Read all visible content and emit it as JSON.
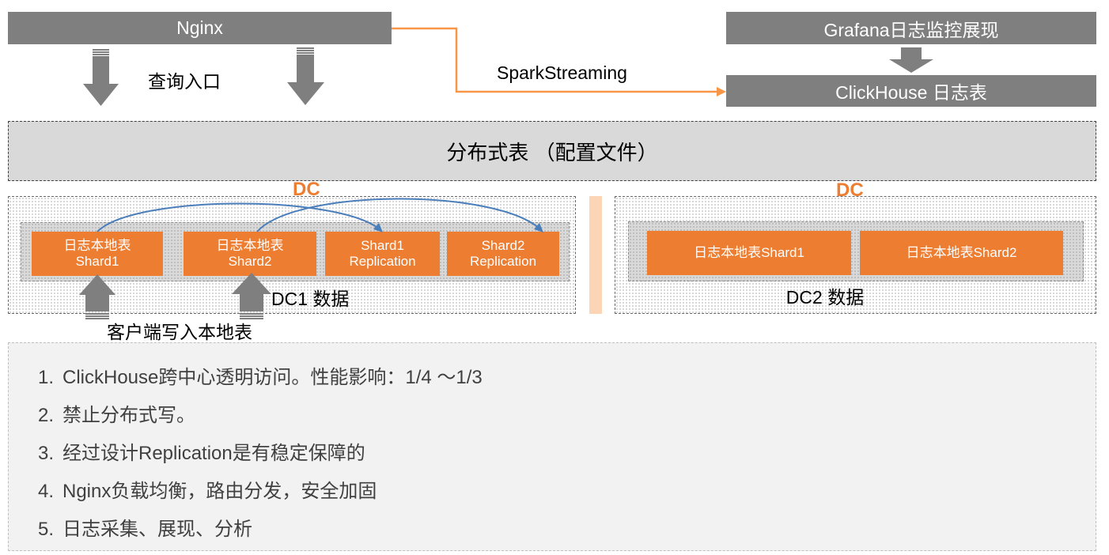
{
  "colors": {
    "gray": "#7f7f7f",
    "orange": "#ed7d31",
    "connector": "#f79646",
    "link": "#4a7ebb",
    "divider": "#fbd5b5",
    "note_text": "#404040"
  },
  "nginx": {
    "label": "Nginx"
  },
  "query_entry": {
    "label": "查询入口"
  },
  "spark_streaming": {
    "label": "SparkStreaming"
  },
  "grafana": {
    "label": "Grafana日志监控展现"
  },
  "clickhouse_log_table": {
    "label": "ClickHouse 日志表"
  },
  "distributed_table": {
    "label": "分布式表 （配置文件）"
  },
  "dc1": {
    "tag": "DC",
    "caption": "DC1 数据",
    "tables": [
      {
        "lines": [
          "日志本地表",
          "Shard1"
        ]
      },
      {
        "lines": [
          "日志本地表",
          "Shard2"
        ]
      },
      {
        "lines": [
          "Shard1",
          "Replication"
        ]
      },
      {
        "lines": [
          "Shard2",
          "Replication"
        ]
      }
    ],
    "client_write": "客户端写入本地表"
  },
  "dc2": {
    "tag": "DC",
    "caption": "DC2 数据",
    "tables": [
      {
        "label": "日志本地表Shard1"
      },
      {
        "label": "日志本地表Shard2"
      }
    ]
  },
  "notes": [
    {
      "num": "1.",
      "text": "ClickHouse跨中心透明访问。性能影响：1/4 ～1/3"
    },
    {
      "num": "2.",
      "text": "禁止分布式写。"
    },
    {
      "num": "3.",
      "text": "经过设计Replication是有稳定保障的"
    },
    {
      "num": "4.",
      "text": "Nginx负载均衡，路由分发，安全加固"
    },
    {
      "num": "5.",
      "text": "日志采集、展现、分析"
    }
  ]
}
